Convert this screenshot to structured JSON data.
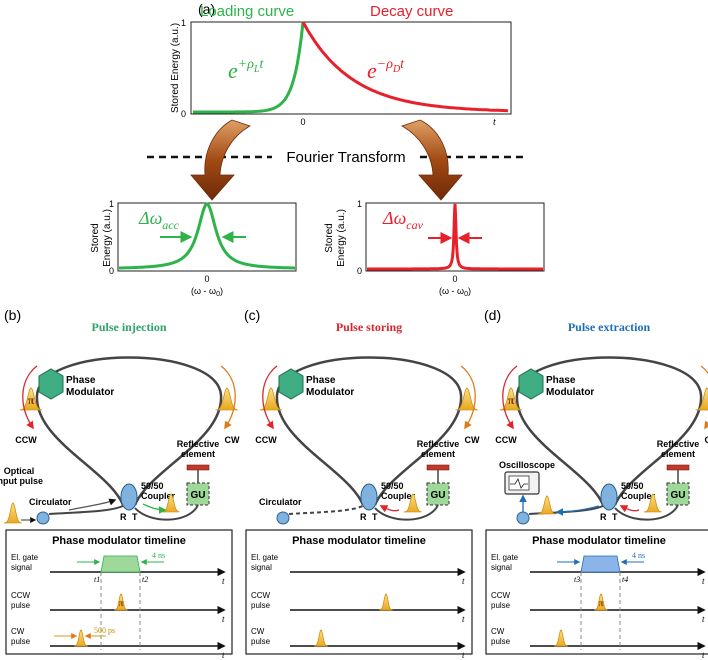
{
  "panel_labels": {
    "a": "(a)",
    "b": "(b)",
    "c": "(c)",
    "d": "(d)"
  },
  "top": {
    "loading_title": "Loading curve",
    "decay_title": "Decay curve",
    "ylabel": "Stored Energy (a.u.)",
    "y1": "1",
    "y0": "0",
    "x0": "0",
    "t": "t",
    "eq_load": "e^{+ρL t}",
    "eq_decay": "e^{−ρD t}",
    "fourier": "Fourier Transform"
  },
  "spectra": {
    "ylabel1": "Stored",
    "ylabel2": "Energy (a.u.)",
    "y1": "1",
    "y0": "0",
    "x0": "0",
    "xlabel": "(ω - ω0)",
    "acc": "Δω_acc",
    "cav": "Δω_cav"
  },
  "colors": {
    "green": "#2db34a",
    "red": "#e8202a",
    "blue": "#1f6fb4",
    "brown": "#8b3b12",
    "gold": "#f5c242",
    "mod": "#3fae82",
    "gu": "#9ed89a",
    "coupler": "#7fb2de"
  },
  "panels": [
    {
      "title": "Pulse injection",
      "color": "#2ea36b",
      "has_input": true,
      "reflect": "Reflective\nelement",
      "gu": "GU",
      "coupler": "50/50\nCoupler",
      "circ": "Circulator",
      "input": "Optical\ninput pulse"
    },
    {
      "title": "Pulse storing",
      "color": "#d7262c",
      "has_input": false,
      "reflect": "Reflective\nelement",
      "gu": "GU",
      "coupler": "50/50\nCoupler",
      "circ": "Circulator"
    },
    {
      "title": "Pulse extraction",
      "color": "#1f6fb4",
      "has_input": false,
      "reflect": "Reflective\nelement",
      "gu": "GU",
      "coupler": "50/50\nCoupler",
      "osc": "Oscilloscope"
    }
  ],
  "common": {
    "phase1": "Phase",
    "phase2": "Modulator",
    "ccw": "CCW",
    "cw": "CW",
    "pi": "π",
    "R": "R",
    "T": "T",
    "timeline_title": "Phase modulator timeline",
    "el_gate1": "El. gate",
    "el_gate2": "signal",
    "ccw_pulse1": "CCW",
    "ccw_pulse2": "pulse",
    "cw_pulse1": "CW",
    "cw_pulse2": "pulse",
    "t": "t",
    "four_ns": "4 ns",
    "five_hundred_ps": "500 ps",
    "t1": "t1",
    "t2": "t2",
    "t3": "t3",
    "t4": "t4"
  }
}
